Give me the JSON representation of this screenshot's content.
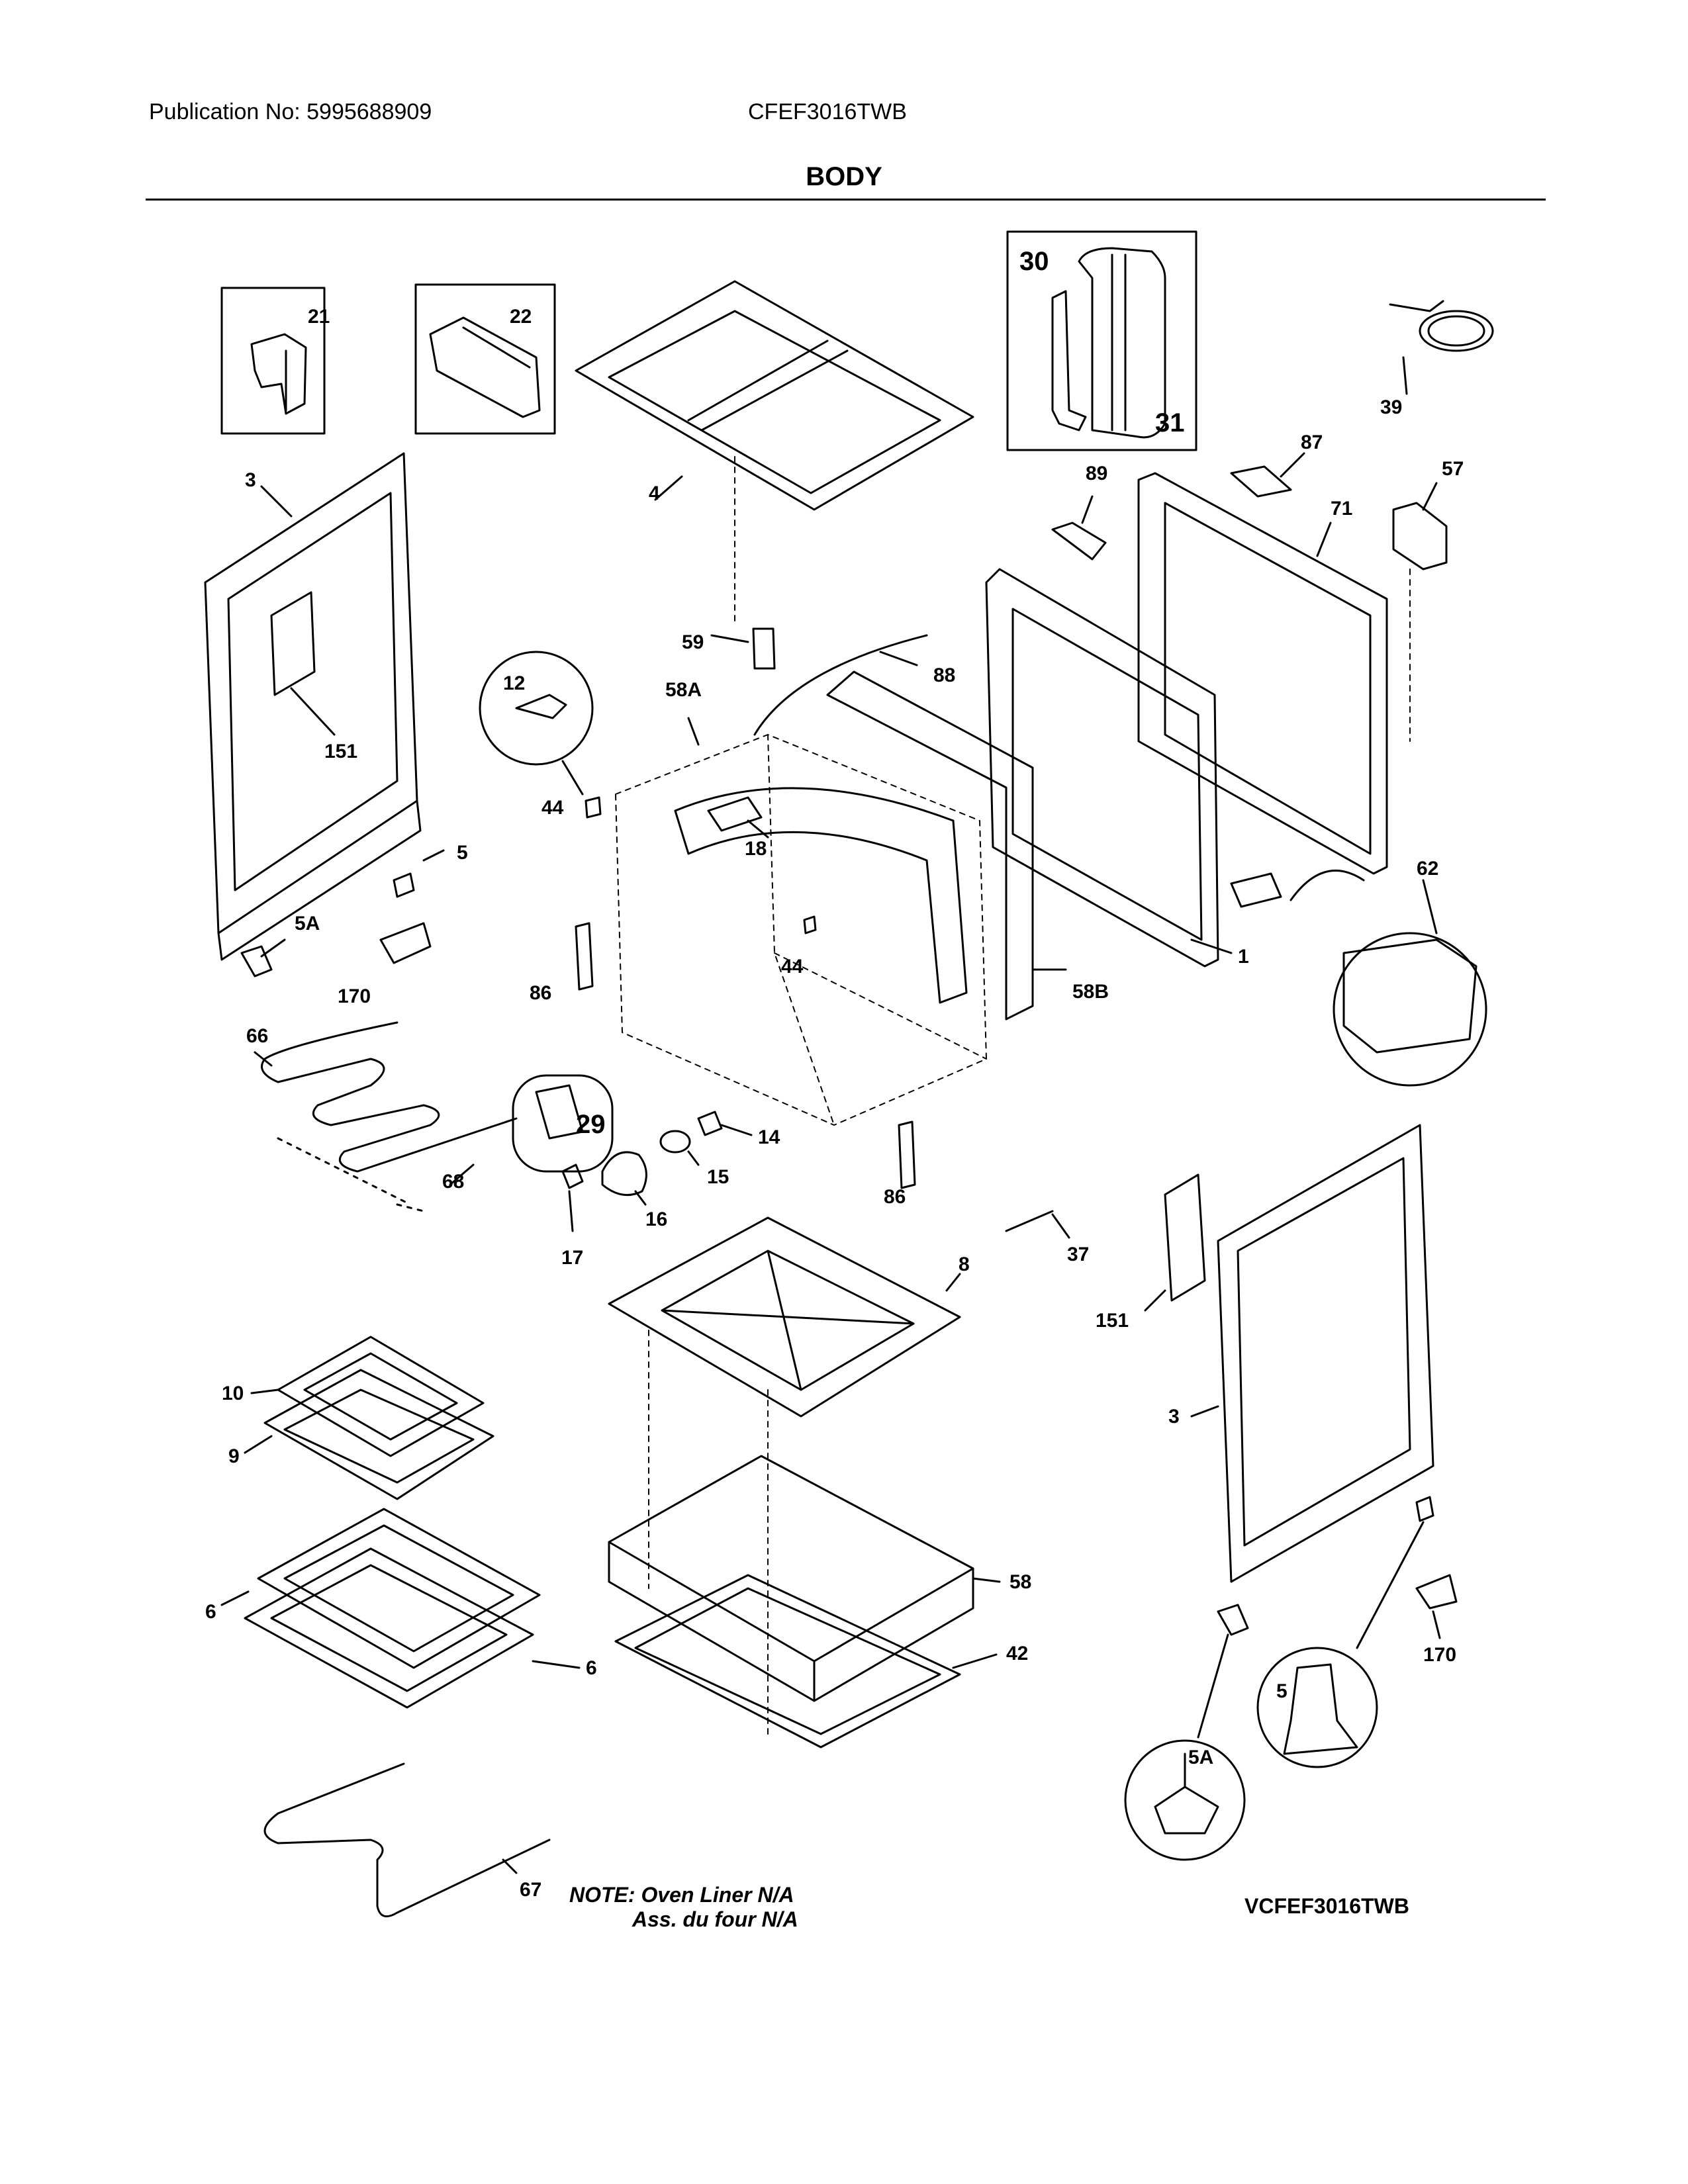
{
  "header": {
    "publication": "Publication No: 5995688909",
    "model": "CFEF3016TWB",
    "section_title": "BODY"
  },
  "callouts": {
    "c1": "1",
    "c3a": "3",
    "c3b": "3",
    "c4": "4",
    "c5a": "5",
    "c5b": "5",
    "c5Aa": "5A",
    "c5Ab": "5A",
    "c6a": "6",
    "c6b": "6",
    "c8": "8",
    "c9": "9",
    "c10": "10",
    "c12": "12",
    "c14": "14",
    "c15": "15",
    "c16": "16",
    "c17": "17",
    "c18": "18",
    "c21": "21",
    "c22": "22",
    "c29": "29",
    "c30": "30",
    "c31": "31",
    "c37": "37",
    "c39": "39",
    "c42": "42",
    "c44a": "44",
    "c44b": "44",
    "c57": "57",
    "c58": "58",
    "c58A": "58A",
    "c58B": "58B",
    "c59": "59",
    "c62": "62",
    "c66": "66",
    "c67": "67",
    "c68": "68",
    "c71": "71",
    "c86a": "86",
    "c86b": "86",
    "c87": "87",
    "c88": "88",
    "c89": "89",
    "c151a": "151",
    "c151b": "151",
    "c170a": "170",
    "c170b": "170"
  },
  "note": {
    "line1": "NOTE: Oven Liner N/A",
    "line2": "Ass. du four N/A"
  },
  "figure_code": "VCFEF3016TWB"
}
